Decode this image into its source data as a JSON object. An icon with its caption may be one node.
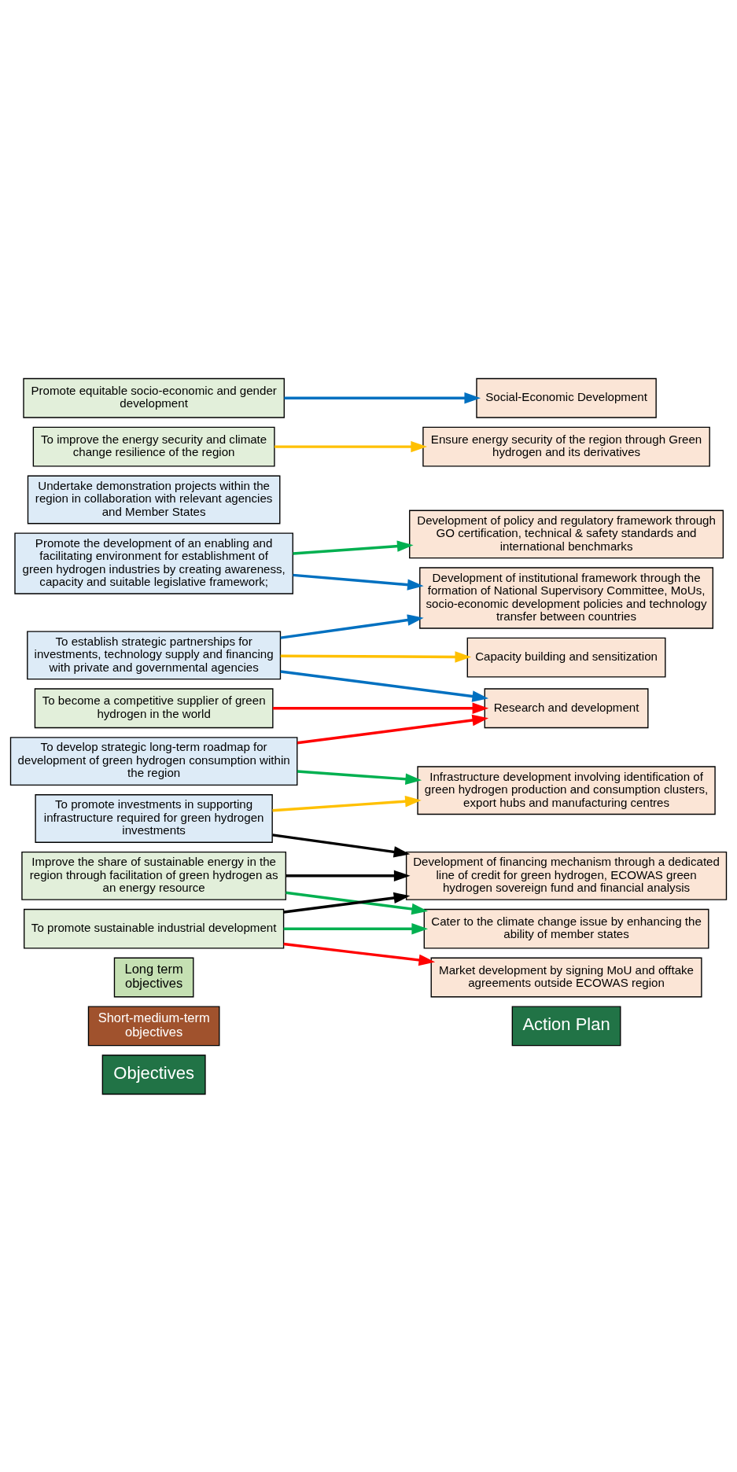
{
  "diagram": {
    "nodes": [
      {
        "text": [
          "Objectives"
        ]
      },
      {
        "text": [
          "Action Plan"
        ]
      },
      {
        "text": [
          "Short-medium-term objectives"
        ]
      },
      {
        "text": [
          "Long term objectives"
        ]
      },
      {
        "text": [
          "Promote the development of an enabling and facilitating environment for establishment of green hydrogen industries by creating awareness, capacity and suitable legislative framework;"
        ]
      },
      {
        "text": [
          "Undertake demonstration projects within the region in collaboration with relevant agencies and Member States"
        ]
      },
      {
        "text": [
          "To develop strategic long-term roadmap for development of green hydrogen consumption within the region"
        ]
      },
      {
        "text": [
          "To promote investments in supporting infrastructure required for green hydrogen investments"
        ]
      },
      {
        "text": [
          "To establish strategic partnerships for investments, technology supply and financing with private and governmental agencies"
        ]
      },
      {
        "text": [
          "To become a competitive supplier of green hydrogen in the world"
        ]
      },
      {
        "text": [
          "Improve the share of sustainable energy in the region through facilitation of green hydrogen as an energy resource"
        ]
      },
      {
        "text": [
          "To improve the energy security and climate change resilience of the region"
        ]
      },
      {
        "text": [
          "To promote sustainable industrial development"
        ]
      },
      {
        "text": [
          "Promote equitable socio-economic and gender development"
        ]
      },
      {
        "text": [
          "Development of institutional framework through the formation of National Supervisory Committee, MoUs, socio-economic development policies and technology transfer between countries"
        ]
      },
      {
        "text": [
          "Development of policy and regulatory framework through GO certification, technical & safety standards and international benchmarks"
        ]
      },
      {
        "text": [
          "Capacity building and sensitization"
        ]
      },
      {
        "text": [
          "Research and development"
        ]
      },
      {
        "text": [
          "Development of financing mechanism through a dedicated line of credit for green hydrogen, ECOWAS green hydrogen sovereign fund and financial analysis"
        ]
      },
      {
        "text": [
          "Infrastructure development involving identification of green hydrogen production and consumption clusters, export hubs and manufacturing centres"
        ]
      },
      {
        "text": [
          "Market development by signing MoU and offtake agreements outside ECOWAS region"
        ]
      },
      {
        "text": [
          "Cater to the climate change issue by enhancing the ability of member states"
        ]
      },
      {
        "text": [
          "Ensure energy security of the region through Green hydrogen and its derivatives"
        ]
      },
      {
        "text": [
          "Social-Economic Development"
        ]
      }
    ],
    "edges": [
      {
        "from": 4,
        "to": 14,
        "arrow": "to",
        "color": "#0070c0"
      },
      {
        "from": 4,
        "to": 15,
        "arrow": "to",
        "color": "#00b050"
      },
      {
        "from": 6,
        "to": 17,
        "arrow": "to",
        "color": "#ff0000"
      },
      {
        "from": 6,
        "to": 19,
        "arrow": "to",
        "color": "#00b050"
      },
      {
        "from": 7,
        "to": 18,
        "arrow": "to",
        "color": "#000000"
      },
      {
        "from": 7,
        "to": 19,
        "arrow": "to",
        "color": "#ffc000"
      },
      {
        "from": 8,
        "to": 14,
        "arrow": "to",
        "color": "#0070c0"
      },
      {
        "from": 8,
        "to": 16,
        "arrow": "to",
        "color": "#ffc000"
      },
      {
        "from": 8,
        "to": 17,
        "arrow": "to",
        "color": "#0070c0"
      },
      {
        "from": 9,
        "to": 17,
        "arrow": "to",
        "color": "#ff0000"
      },
      {
        "from": 10,
        "to": 18,
        "arrow": "to",
        "color": "#000000"
      },
      {
        "from": 10,
        "to": 21,
        "arrow": "to",
        "color": "#00b050"
      },
      {
        "from": 11,
        "to": 22,
        "arrow": "to",
        "color": "#ffc000"
      },
      {
        "from": 12,
        "to": 18,
        "arrow": "to",
        "color": "#000000"
      },
      {
        "from": 12,
        "to": 20,
        "arrow": "to",
        "color": "#ff0000"
      },
      {
        "from": 12,
        "to": 21,
        "arrow": "to",
        "color": "#00b050"
      },
      {
        "from": 13,
        "to": 23,
        "arrow": "to",
        "color": "#0070c0"
      }
    ]
  }
}
